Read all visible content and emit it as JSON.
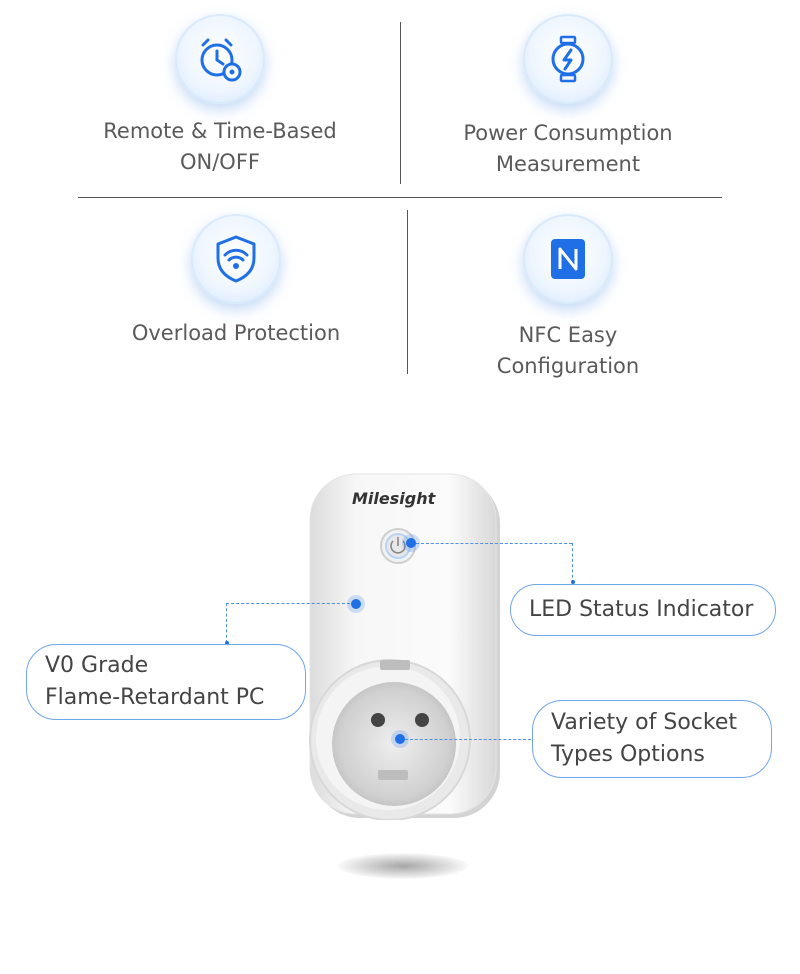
{
  "features": [
    {
      "label_line1": "Remote & Time-Based",
      "label_line2": "ON/OFF",
      "icon": "alarm-clock-gear-icon"
    },
    {
      "label_line1": "Power Consumption",
      "label_line2": "Measurement",
      "icon": "power-meter-icon"
    },
    {
      "label_line1": "Overload Protection",
      "label_line2": "",
      "icon": "shield-icon"
    },
    {
      "label_line1": "NFC Easy",
      "label_line2": "Configuration",
      "icon": "nfc-icon"
    }
  ],
  "device": {
    "brand": "Milesight"
  },
  "callouts": {
    "led_status": "LED Status Indicator",
    "v0_line1": "V0 Grade",
    "v0_line2": "Flame-Retardant PC",
    "socket_line1": "Variety of Socket",
    "socket_line2": "Types Options"
  },
  "colors": {
    "accent": "#1f6fe6",
    "text": "#5a5a5a",
    "callout_border": "#6fa6ee"
  }
}
